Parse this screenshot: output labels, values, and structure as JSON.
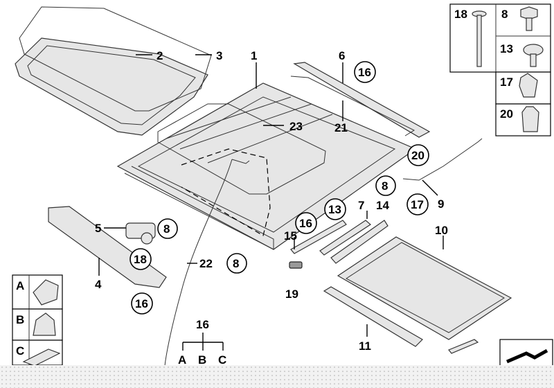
{
  "callouts": {
    "c1": "1",
    "c2": "2",
    "c3": "3",
    "c4": "4",
    "c5": "5",
    "c6": "6",
    "c7": "7",
    "c8a": "8",
    "c8b": "8",
    "c8c": "8",
    "c9": "9",
    "c10": "10",
    "c11": "11",
    "c13": "13",
    "c14": "14",
    "c15": "15",
    "c16a": "16",
    "c16b": "16",
    "c16c": "16",
    "c16d": "16",
    "c17": "17",
    "c18": "18",
    "c19": "19",
    "c20": "20",
    "c21": "21",
    "c22": "22",
    "c23": "23"
  },
  "legend_right": {
    "a18": "18",
    "a8": "8",
    "a13": "13",
    "a17": "17",
    "a20": "20"
  },
  "legend_left": {
    "a": "A",
    "b": "B",
    "c": "C"
  },
  "tree16": {
    "root": "16",
    "a": "A",
    "b": "B",
    "c": "C"
  },
  "colors": {
    "ink": "#000000",
    "part_fill": "#e6e6e6",
    "part_dark": "#9a9a9a",
    "background": "#ffffff"
  }
}
